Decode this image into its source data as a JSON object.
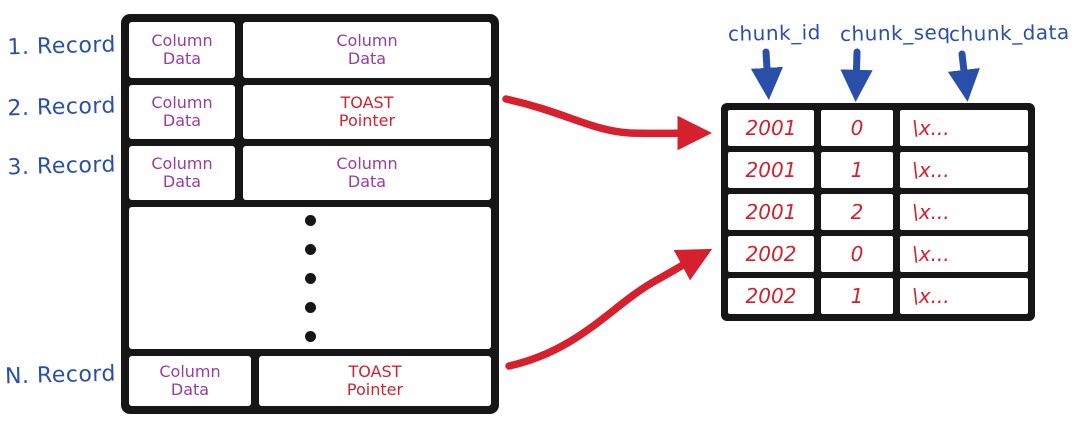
{
  "colors": {
    "red": "#d6202e",
    "blue": "#2a4fa8",
    "purple": "#9c3ba1",
    "black": "#161616"
  },
  "heap": {
    "records": [
      {
        "label": "1. Record",
        "left_cell": "Column\nData",
        "right_cell": "Column\nData"
      },
      {
        "label": "2. Record",
        "left_cell": "Column\nData",
        "right_cell": "TOAST\nPointer"
      },
      {
        "label": "3. Record",
        "left_cell": "Column\nData",
        "right_cell": "Column\nData"
      },
      {
        "label": "N. Record",
        "left_cell": "Column\nData",
        "right_cell": "TOAST\nPointer"
      }
    ]
  },
  "toast": {
    "columns": [
      "chunk_id",
      "chunk_seq",
      "chunk_data"
    ],
    "rows": [
      [
        "2001",
        "0",
        "\\x..."
      ],
      [
        "2001",
        "1",
        "\\x..."
      ],
      [
        "2001",
        "2",
        "\\x..."
      ],
      [
        "2002",
        "0",
        "\\x..."
      ],
      [
        "2002",
        "1",
        "\\x..."
      ]
    ]
  }
}
